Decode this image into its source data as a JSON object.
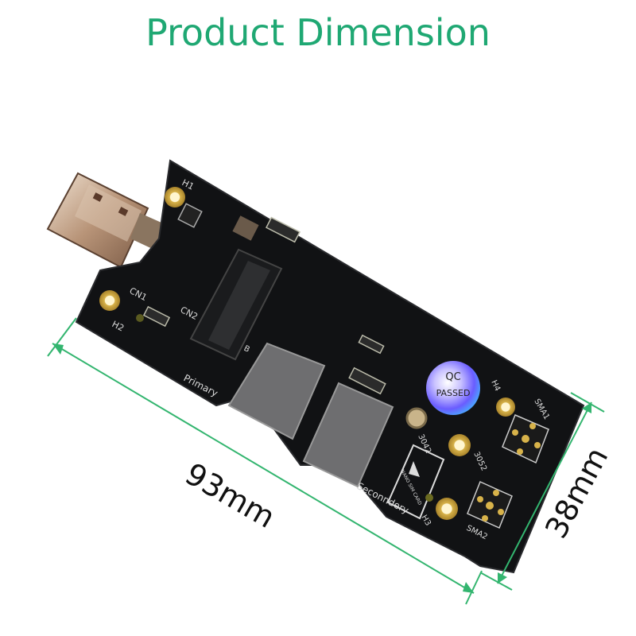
{
  "title": "Product Dimension",
  "colors": {
    "title": "#1fa873",
    "dimension_line": "#33b56f",
    "pcb": "#111214",
    "gold": "#d8b34a"
  },
  "dimensions": {
    "length": "93mm",
    "width": "38mm"
  },
  "silkscreen": {
    "cn1": "CN1",
    "cn2": "CN2",
    "h1": "H1",
    "h2": "H2",
    "h3": "H3",
    "h4": "H4",
    "primary": "Primary",
    "secondary": "Seconndery",
    "sma1": "SMA1",
    "sma2": "SMA2",
    "p3042": "3042",
    "p3052": "3052",
    "nano_sim": "NANO SIM CARD",
    "key_b": "B",
    "qc": "QC",
    "passed": "PASSED"
  }
}
